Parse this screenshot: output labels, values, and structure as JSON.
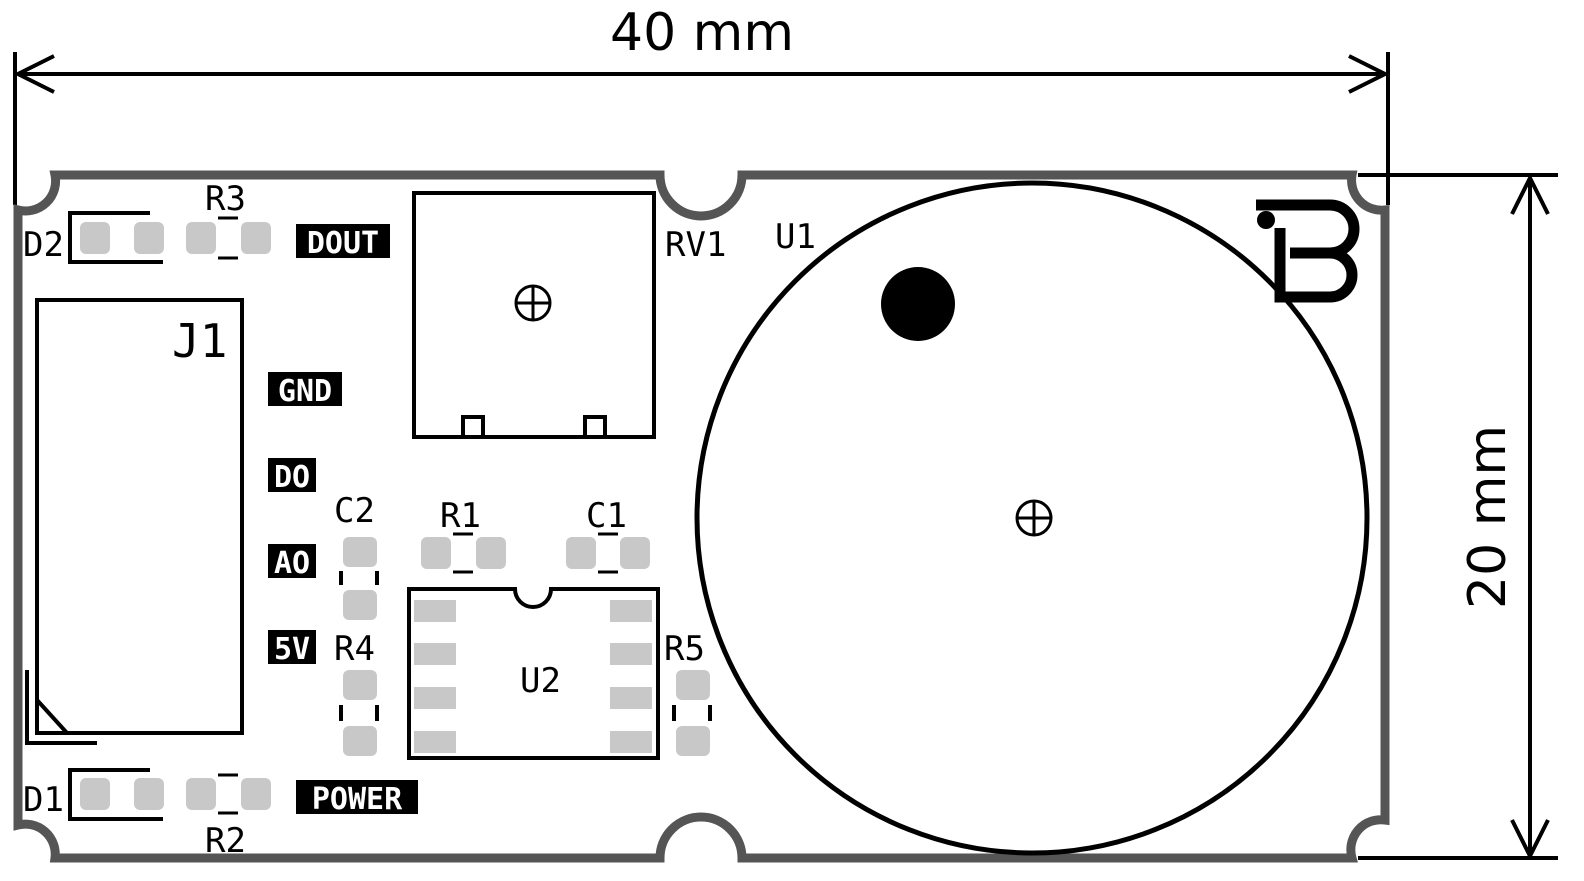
{
  "dimensions": {
    "width_label": "40 mm",
    "height_label": "20 mm"
  },
  "refs": {
    "d1": "D1",
    "d2": "D2",
    "r1": "R1",
    "r2": "R2",
    "r3": "R3",
    "r4": "R4",
    "r5": "R5",
    "c1": "C1",
    "c2": "C2",
    "j1": "J1",
    "u1": "U1",
    "u2": "U2",
    "rv1": "RV1"
  },
  "pin_labels": {
    "dout": "DOUT",
    "gnd": "GND",
    "do": "DO",
    "ao": "AO",
    "v5": "5V",
    "power": "POWER"
  },
  "colors": {
    "outline": "#555555",
    "silkscreen": "#000000",
    "pad": "#c8c8c8",
    "background": "#ffffff"
  }
}
